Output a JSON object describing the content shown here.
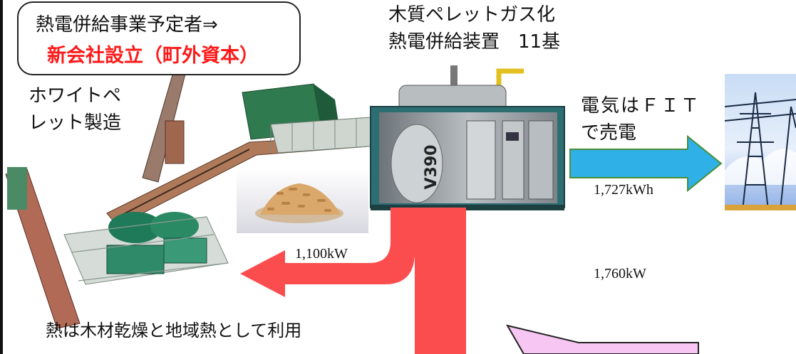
{
  "operator_box": {
    "line1": "熱電併給事業予定者⇒",
    "line2": "新会社設立（町外資本）"
  },
  "pellet_plant": {
    "label_line1": "ホワイトペ",
    "label_line2": "レット製造"
  },
  "gasifier": {
    "title_line1": "木質ペレットガス化",
    "title_line2": "熱電併給装置　11基",
    "model_marking": "V390"
  },
  "electricity": {
    "label_line1": "電気はＦＩＴ",
    "label_line2": "で売電",
    "value": "1,727kWh"
  },
  "heat": {
    "value_left": "1,100kW",
    "value_right": "1,760kW",
    "caption": "熱は木材乾燥と地域熱として利用"
  },
  "colors": {
    "heat_arrow": "#fb4d4d",
    "power_arrow": "#2fb0e6",
    "power_arrow_edge": "#4a8f3c",
    "emphasis_text": "#ff1a1a",
    "callout_fill": "#f7c6f2"
  }
}
